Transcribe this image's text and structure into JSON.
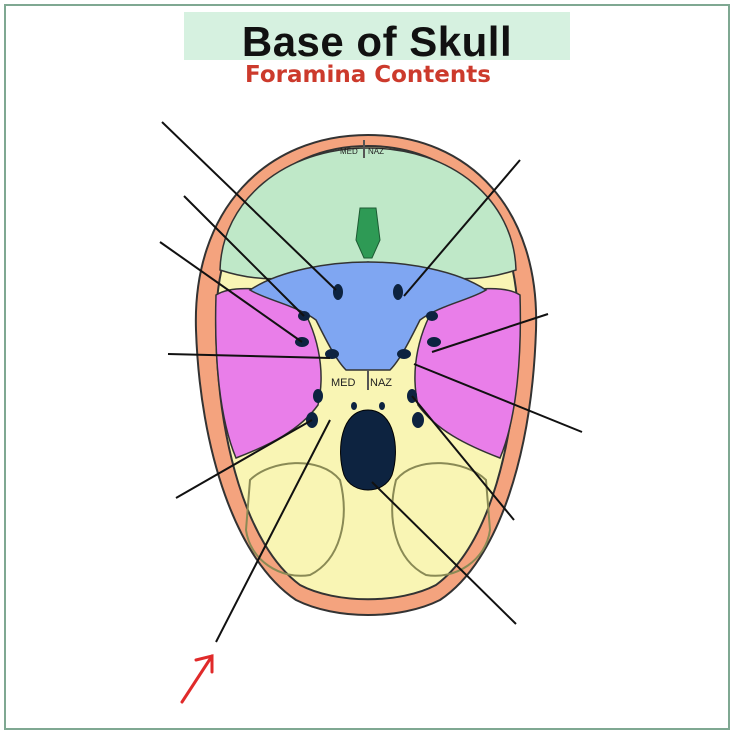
{
  "header": {
    "title": "Base of Skull",
    "subtitle": "Foramina Contents"
  },
  "diagram": {
    "midline_label_top": "MED",
    "lateral_label_top": "NAZ",
    "midline_label_center": "MED",
    "lateral_label_center": "NAZ"
  },
  "colors": {
    "frame": "#7fa892",
    "title_bg": "#d6f1e0",
    "subtitle": "#cc3a2c",
    "anterior_fossa": "#bfe8c8",
    "middle_fossa": "#e97ee9",
    "sphenoid": "#7fa6f2",
    "posterior_fossa": "#f9f5b4",
    "outer_rim": "#f4a37e",
    "foramen_magnum": "#0d2340",
    "cribriform": "#2e9a55",
    "arrow": "#e02a2a"
  }
}
